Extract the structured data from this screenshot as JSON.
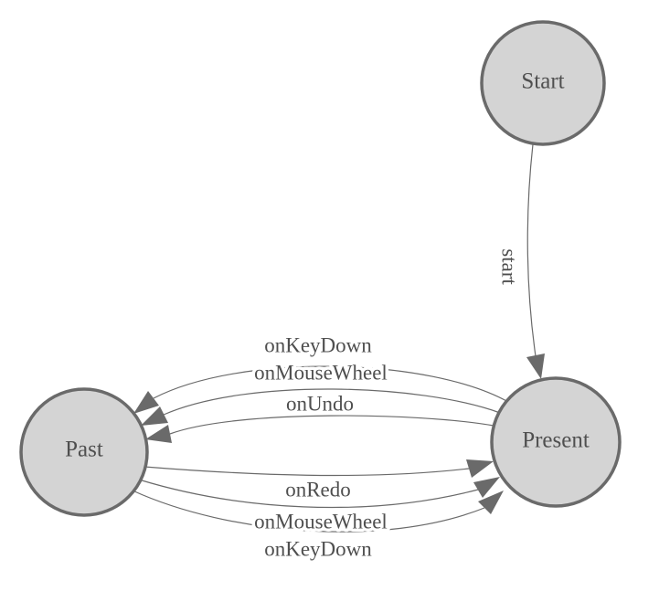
{
  "diagram": {
    "type": "state-machine",
    "colors": {
      "background": "#ffffff",
      "node_fill": "#d4d4d4",
      "node_border": "#6a6a6a",
      "edge": "#6a6a6a",
      "label_text": "#4f4f4f"
    },
    "nodes": [
      {
        "id": "start",
        "label": "Start"
      },
      {
        "id": "present",
        "label": "Present"
      },
      {
        "id": "past",
        "label": "Past"
      }
    ],
    "edges": [
      {
        "from": "Start",
        "to": "Present",
        "label": "start"
      },
      {
        "from": "Present",
        "to": "Past",
        "label": "onKeyDown"
      },
      {
        "from": "Present",
        "to": "Past",
        "label": "onMouseWheel"
      },
      {
        "from": "Present",
        "to": "Past",
        "label": "onUndo"
      },
      {
        "from": "Past",
        "to": "Present",
        "label": "onRedo"
      },
      {
        "from": "Past",
        "to": "Present",
        "label": "onMouseWheel"
      },
      {
        "from": "Past",
        "to": "Present",
        "label": "onKeyDown"
      }
    ]
  }
}
